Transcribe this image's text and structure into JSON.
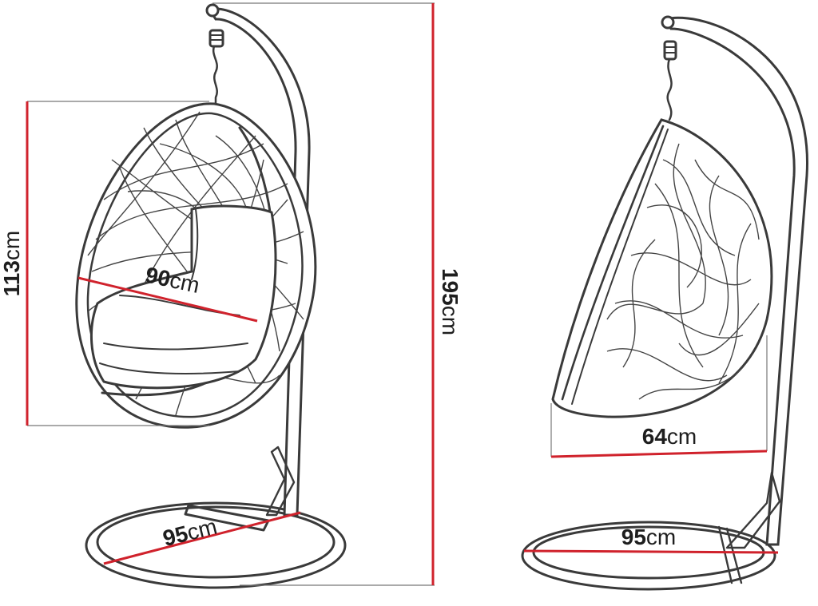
{
  "front_view": {
    "height_label": {
      "value": "113",
      "unit": "cm"
    },
    "width_label": {
      "value": "90",
      "unit": "cm"
    },
    "total_height_label": {
      "value": "195",
      "unit": "cm"
    },
    "base_label": {
      "value": "95",
      "unit": "cm"
    }
  },
  "side_view": {
    "depth_label": {
      "value": "64",
      "unit": "cm"
    },
    "base_label": {
      "value": "95",
      "unit": "cm"
    }
  },
  "colors": {
    "dimension_line": "#d0222c",
    "outline": "#3a3a3a"
  }
}
